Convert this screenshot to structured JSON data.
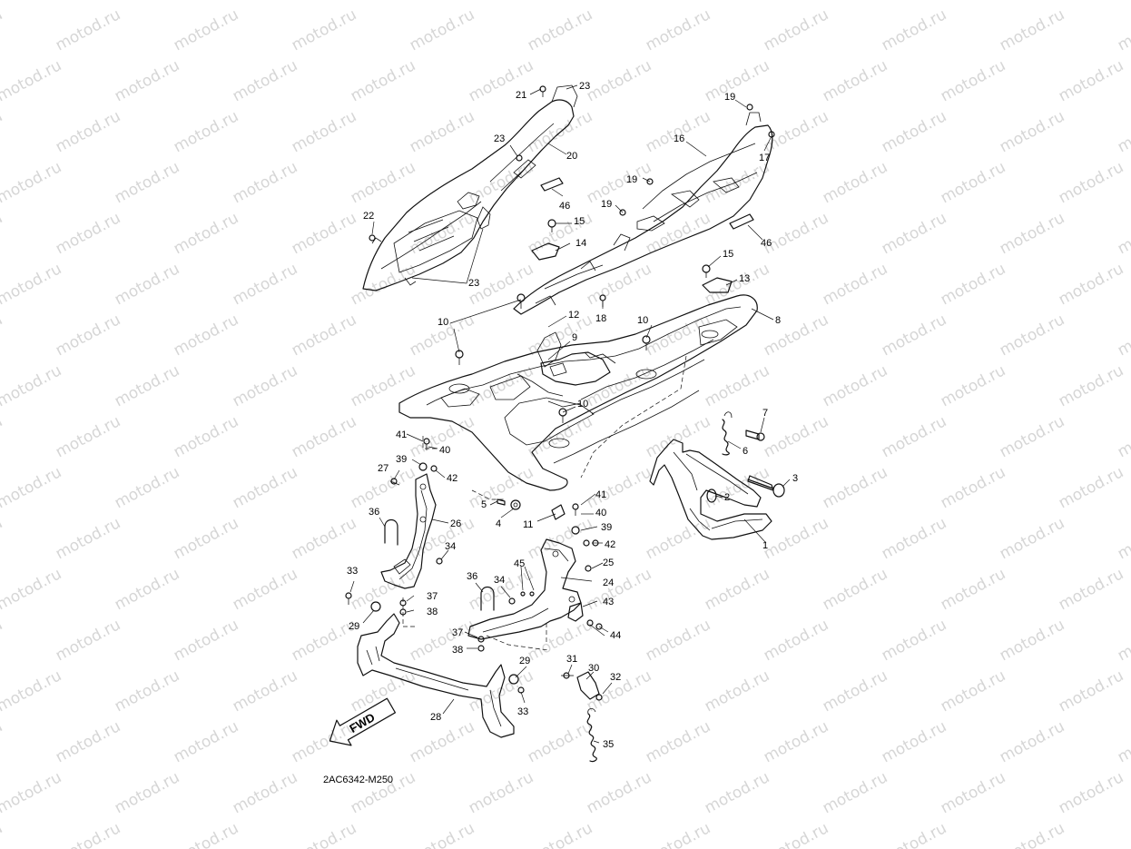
{
  "watermark": {
    "text": "motod.ru",
    "color": "#d6d6d6"
  },
  "diagram_code": "2AC6342-M250",
  "fwd_label": "FWD",
  "callouts": [
    {
      "id": "c1",
      "text": "1"
    },
    {
      "id": "c2",
      "text": "2"
    },
    {
      "id": "c3",
      "text": "3"
    },
    {
      "id": "c4",
      "text": "4"
    },
    {
      "id": "c5",
      "text": "5"
    },
    {
      "id": "c6",
      "text": "6"
    },
    {
      "id": "c7",
      "text": "7"
    },
    {
      "id": "c8",
      "text": "8"
    },
    {
      "id": "c9",
      "text": "9"
    },
    {
      "id": "c10a",
      "text": "10"
    },
    {
      "id": "c10b",
      "text": "10"
    },
    {
      "id": "c10c",
      "text": "10"
    },
    {
      "id": "c11",
      "text": "11"
    },
    {
      "id": "c12",
      "text": "12"
    },
    {
      "id": "c13",
      "text": "13"
    },
    {
      "id": "c14",
      "text": "14"
    },
    {
      "id": "c15a",
      "text": "15"
    },
    {
      "id": "c15b",
      "text": "15"
    },
    {
      "id": "c16",
      "text": "16"
    },
    {
      "id": "c17",
      "text": "17"
    },
    {
      "id": "c18",
      "text": "18"
    },
    {
      "id": "c19a",
      "text": "19"
    },
    {
      "id": "c19b",
      "text": "19"
    },
    {
      "id": "c19c",
      "text": "19"
    },
    {
      "id": "c20",
      "text": "20"
    },
    {
      "id": "c21",
      "text": "21"
    },
    {
      "id": "c22",
      "text": "22"
    },
    {
      "id": "c23a",
      "text": "23"
    },
    {
      "id": "c23b",
      "text": "23"
    },
    {
      "id": "c23c",
      "text": "23"
    },
    {
      "id": "c24",
      "text": "24"
    },
    {
      "id": "c25",
      "text": "25"
    },
    {
      "id": "c26",
      "text": "26"
    },
    {
      "id": "c27",
      "text": "27"
    },
    {
      "id": "c28",
      "text": "28"
    },
    {
      "id": "c29a",
      "text": "29"
    },
    {
      "id": "c29b",
      "text": "29"
    },
    {
      "id": "c30",
      "text": "30"
    },
    {
      "id": "c31",
      "text": "31"
    },
    {
      "id": "c32",
      "text": "32"
    },
    {
      "id": "c33a",
      "text": "33"
    },
    {
      "id": "c33b",
      "text": "33"
    },
    {
      "id": "c34a",
      "text": "34"
    },
    {
      "id": "c34b",
      "text": "34"
    },
    {
      "id": "c35",
      "text": "35"
    },
    {
      "id": "c36a",
      "text": "36"
    },
    {
      "id": "c36b",
      "text": "36"
    },
    {
      "id": "c37a",
      "text": "37"
    },
    {
      "id": "c37b",
      "text": "37"
    },
    {
      "id": "c38a",
      "text": "38"
    },
    {
      "id": "c38b",
      "text": "38"
    },
    {
      "id": "c39a",
      "text": "39"
    },
    {
      "id": "c39b",
      "text": "39"
    },
    {
      "id": "c40a",
      "text": "40"
    },
    {
      "id": "c40b",
      "text": "40"
    },
    {
      "id": "c41a",
      "text": "41"
    },
    {
      "id": "c41b",
      "text": "41"
    },
    {
      "id": "c42a",
      "text": "42"
    },
    {
      "id": "c42b",
      "text": "42"
    },
    {
      "id": "c43",
      "text": "43"
    },
    {
      "id": "c44",
      "text": "44"
    },
    {
      "id": "c45",
      "text": "45"
    },
    {
      "id": "c46a",
      "text": "46"
    },
    {
      "id": "c46b",
      "text": "46"
    }
  ]
}
